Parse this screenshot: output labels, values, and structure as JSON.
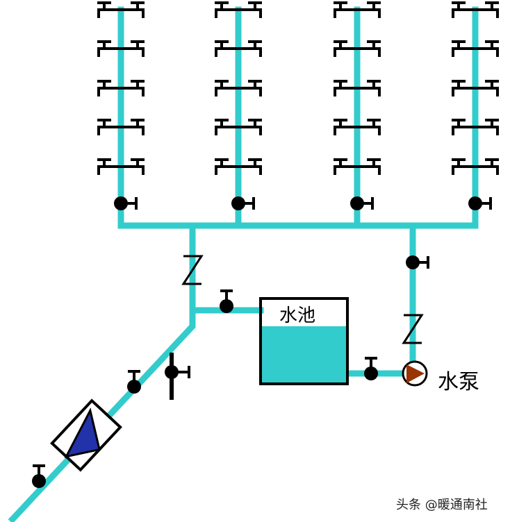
{
  "colors": {
    "pipe": "#33cccc",
    "pump_arrow": "#993300",
    "meter": "#2233aa",
    "symbol": "#000000"
  },
  "labels": {
    "tank": "水池",
    "pump": "水泵",
    "check_valve_symbol": "Z",
    "watermark": "头条 @暖通南社"
  },
  "risers": {
    "count": 4,
    "faucets_per_riser": 5
  }
}
